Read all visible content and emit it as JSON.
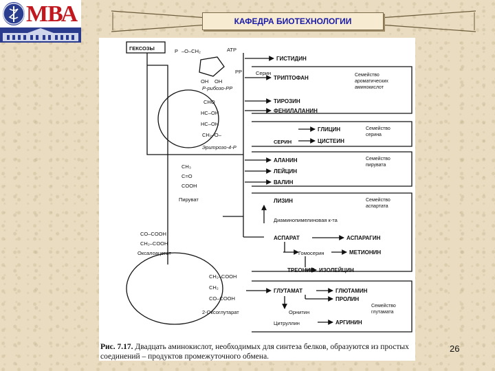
{
  "header": {
    "logo_text": "МВА",
    "title": "КАФЕДРА БИОТЕХНОЛОГИИ"
  },
  "figure": {
    "labels": {
      "hexoses": "ГЕКСОЗЫ",
      "atp": "АТР",
      "ribose": "Р-рибозо-РР",
      "erythrose": "Эритрозо-4-Р",
      "pyruvate": "Пируват",
      "oxaloacetate": "Оксалоацетат",
      "oxoglutarate": "2-Оксоглутарат",
      "serine_left": "Серин",
      "serine_box": "СЕРИН",
      "homoserine": "Гомосерин",
      "dap": "Диаминопимелиновая к-та",
      "ornithine": "Орнитин",
      "citrulline": "Цитруллин"
    },
    "amino_acids": {
      "histidine": "ГИСТИДИН",
      "tryptophan": "ТРИПТОФАН",
      "tyrosine": "ТИРОЗИН",
      "phenylalanine": "ФЕНИЛАЛАНИН",
      "glycine": "ГЛИЦИН",
      "cysteine": "ЦИСТЕИН",
      "alanine": "АЛАНИН",
      "leucine": "ЛЕЙЦИН",
      "valine": "ВАЛИН",
      "lysine": "ЛИЗИН",
      "aspartate": "АСПАРАТ",
      "asparagine": "АСПАРАГИН",
      "methionine": "МЕТИОНИН",
      "threonine": "ТРЕОНИН",
      "isoleucine": "ИЗОЛЕЙЦИН",
      "glutamate": "ГЛУТАМАТ",
      "glutamine": "ГЛЮТАМИН",
      "proline": "ПРОЛИН",
      "arginine": "АРГИНИН"
    },
    "families": {
      "aromatic_1": "Семейство",
      "aromatic_2": "ароматических",
      "aromatic_3": "аминокислот",
      "serine_1": "Семейство",
      "serine_2": "серина",
      "pyruvate_1": "Семейство",
      "pyruvate_2": "пирувата",
      "aspartate_1": "Семейство",
      "aspartate_2": "аспартата",
      "glutamate_1": "Семейство",
      "glutamate_2": "глутамата"
    },
    "chem": {
      "p": "P",
      "pp": "PP",
      "o_ch2": "–O–CH₂",
      "oh": "OH",
      "cho": "CHO",
      "hcoh1": "HC–OH",
      "hcoh2": "HC–OH",
      "ch2op": "CH₂–O–",
      "ch3": "CH₃",
      "co": "C=O",
      "cooh": "COOH",
      "co_cooh": "CO–COOH",
      "ch2_cooh": "CH₂–COOH",
      "ch2_cooh_b": "CH₂–COOH",
      "ch2": "CH₂",
      "co_cooh_b": "CO–COOH"
    },
    "caption_num": "Рис. 7.17.",
    "caption_text": "Двадцать аминокислот, необходимых для синтеза белков, образуются из простых соединений – продуктов промежуточного обмена."
  },
  "page_number": "26"
}
